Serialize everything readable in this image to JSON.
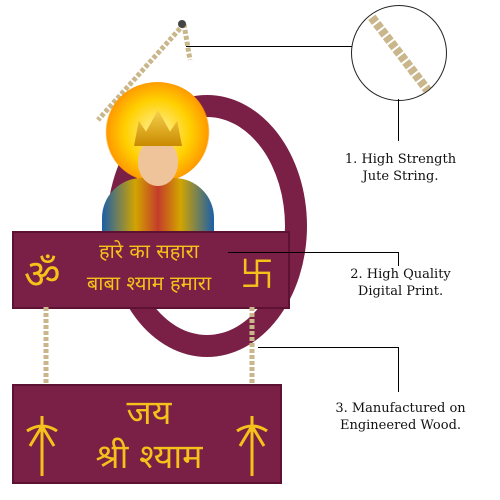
{
  "product": {
    "top_plate": {
      "line1": "हारे का सहारा",
      "line2": "बाबा श्याम हमारा",
      "om_symbol": "ॐ",
      "swastika_symbol": "卐"
    },
    "bottom_plate": {
      "line1": "जय",
      "line2": "श्री श्याम"
    },
    "colors": {
      "plate": "#7a1f45",
      "lettering": "#f4c21a",
      "rope": "#c9b68a"
    }
  },
  "callouts": [
    {
      "line1": "1. High Strength",
      "line2": "Jute String."
    },
    {
      "line1": "2. High Quality",
      "line2": "Digital Print."
    },
    {
      "line1": "3. Manufactured on",
      "line2": "Engineered Wood."
    }
  ],
  "icons": {
    "zoom": "jute-rope-closeup-icon",
    "bow": "bow-and-arrow-icon"
  }
}
